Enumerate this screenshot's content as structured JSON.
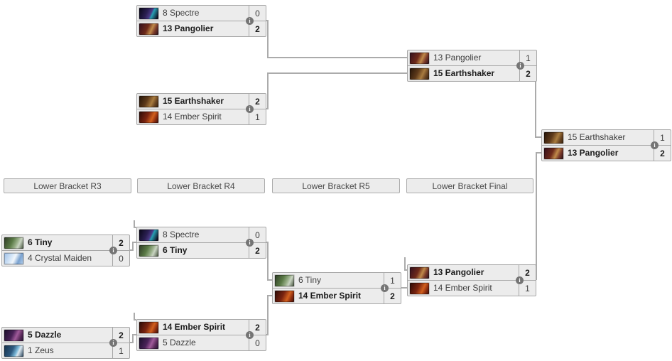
{
  "colors": {
    "background": "#ffffff",
    "box_bg": "#ececec",
    "box_border": "#a8a8a8",
    "connector": "#ababab",
    "header_bg": "#ececec",
    "header_text": "#4a4a4a",
    "team_text": "#3d3d3d",
    "winner_text": "#1b1b1b",
    "info_bg": "#757575",
    "info_fg": "#ffffff"
  },
  "icons": {
    "info_glyph": "i"
  },
  "heroes": {
    "spectre": {
      "name": "Spectre",
      "style": "background:linear-gradient(115deg,#0d0a1e 5%,#2b1f52 40%,#4a3a86 58%,#27a0b4 66%,#101426 92%)"
    },
    "pangolier": {
      "name": "Pangolier",
      "style": "background:linear-gradient(115deg,#32101e 0%,#6e2a1a 42%,#c08a4a 62%,#7a3a2a 78%,#27101a 100%)"
    },
    "earthshaker": {
      "name": "Earthshaker",
      "style": "background:linear-gradient(115deg,#241408 0%,#5e3a1a 40%,#a97c3f 64%,#6b4623 80%,#33200e 100%)"
    },
    "ember_spirit": {
      "name": "Ember Spirit",
      "style": "background:linear-gradient(115deg,#2a0a06 0%,#7a2410 42%,#d2601e 66%,#8a2c10 82%,#3a0f08 100%)"
    },
    "tiny": {
      "name": "Tiny",
      "style": "background:linear-gradient(115deg,#2e3a26 0%,#5a7a46 40%,#9ab08a 62%,#c9d4c2 74%,#3c4a34 100%)"
    },
    "crystal_maiden": {
      "name": "Crystal Maiden",
      "style": "background:linear-gradient(115deg,#9ec0e8 0%,#d8e8f8 38%,#f2f7fc 52%,#7aa2d0 74%,#b8d2ee 100%)"
    },
    "dazzle": {
      "name": "Dazzle",
      "style": "background:linear-gradient(115deg,#1a0f2a 0%,#4a2258 42%,#a05a9a 62%,#5a2a5a 80%,#241232 100%)"
    },
    "zeus": {
      "name": "Zeus",
      "style": "background:linear-gradient(115deg,#16304a 0%,#2d5a80 42%,#7ab8d8 62%,#dce8f0 72%,#1d3a54 100%)"
    }
  },
  "round_headers": [
    {
      "label": "Lower Bracket R3"
    },
    {
      "label": "Lower Bracket R4"
    },
    {
      "label": "Lower Bracket R5"
    },
    {
      "label": "Lower Bracket Final"
    }
  ],
  "matches": [
    {
      "id": "ub-semifinal-1",
      "top": {
        "label": "8 Spectre",
        "score": "0",
        "winner": false,
        "hero": "spectre"
      },
      "bottom": {
        "label": "13 Pangolier",
        "score": "2",
        "winner": true,
        "hero": "pangolier"
      }
    },
    {
      "id": "ub-semifinal-2",
      "top": {
        "label": "15 Earthshaker",
        "score": "2",
        "winner": true,
        "hero": "earthshaker"
      },
      "bottom": {
        "label": "14 Ember Spirit",
        "score": "1",
        "winner": false,
        "hero": "ember_spirit"
      }
    },
    {
      "id": "ub-final",
      "top": {
        "label": "13 Pangolier",
        "score": "1",
        "winner": false,
        "hero": "pangolier"
      },
      "bottom": {
        "label": "15 Earthshaker",
        "score": "2",
        "winner": true,
        "hero": "earthshaker"
      }
    },
    {
      "id": "grand-final",
      "top": {
        "label": "15 Earthshaker",
        "score": "1",
        "winner": false,
        "hero": "earthshaker"
      },
      "bottom": {
        "label": "13 Pangolier",
        "score": "2",
        "winner": true,
        "hero": "pangolier"
      }
    },
    {
      "id": "lb-r3-upper",
      "top": {
        "label": "6 Tiny",
        "score": "2",
        "winner": true,
        "hero": "tiny"
      },
      "bottom": {
        "label": "4 Crystal Maiden",
        "score": "0",
        "winner": false,
        "hero": "crystal_maiden"
      }
    },
    {
      "id": "lb-r4-upper",
      "top": {
        "label": "8 Spectre",
        "score": "0",
        "winner": false,
        "hero": "spectre"
      },
      "bottom": {
        "label": "6 Tiny",
        "score": "2",
        "winner": true,
        "hero": "tiny"
      }
    },
    {
      "id": "lb-r5",
      "top": {
        "label": "6 Tiny",
        "score": "1",
        "winner": false,
        "hero": "tiny"
      },
      "bottom": {
        "label": "14 Ember Spirit",
        "score": "2",
        "winner": true,
        "hero": "ember_spirit"
      }
    },
    {
      "id": "lb-final",
      "top": {
        "label": "13 Pangolier",
        "score": "2",
        "winner": true,
        "hero": "pangolier"
      },
      "bottom": {
        "label": "14 Ember Spirit",
        "score": "1",
        "winner": false,
        "hero": "ember_spirit"
      }
    },
    {
      "id": "lb-r3-lower",
      "top": {
        "label": "5 Dazzle",
        "score": "2",
        "winner": true,
        "hero": "dazzle"
      },
      "bottom": {
        "label": "1 Zeus",
        "score": "1",
        "winner": false,
        "hero": "zeus"
      }
    },
    {
      "id": "lb-r4-lower",
      "top": {
        "label": "14 Ember Spirit",
        "score": "2",
        "winner": true,
        "hero": "ember_spirit"
      },
      "bottom": {
        "label": "5 Dazzle",
        "score": "0",
        "winner": false,
        "hero": "dazzle"
      }
    }
  ]
}
